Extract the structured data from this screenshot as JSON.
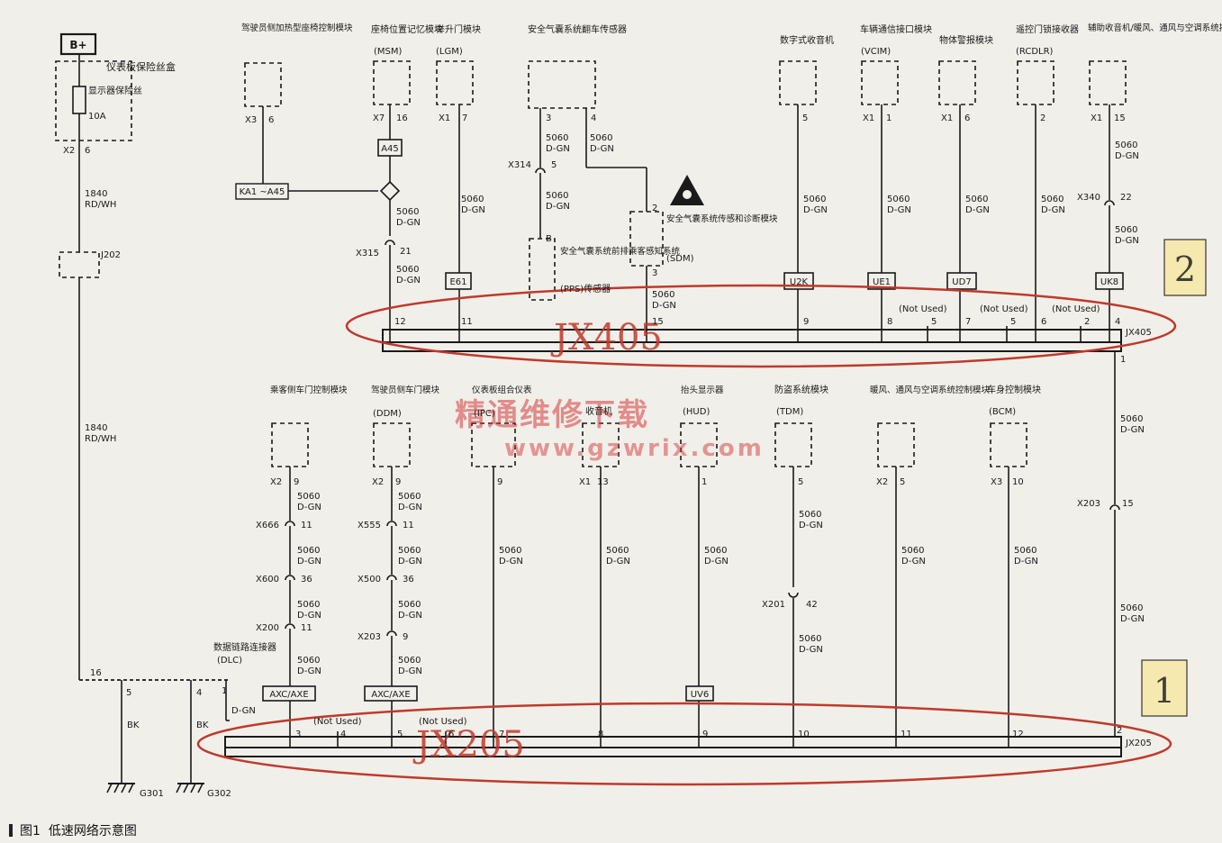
{
  "caption": {
    "prefix": "图1",
    "text": "低速网络示意图"
  },
  "power": {
    "battery": "B+",
    "fuse_box": "仪表板保险丝盒",
    "fuse_name": "显示器保险丝",
    "fuse_rating": "10A",
    "connector": "X2",
    "pin": "6",
    "wire1": "1840",
    "wire1_color": "RD/WH",
    "splice": "J202",
    "wire2": "1840",
    "wire2_color": "RD/WH",
    "pin16": "16"
  },
  "badges": {
    "upper": "2",
    "lower": "1"
  },
  "buses": {
    "upper": "JX405",
    "lower": "JX205",
    "upper_label": "JX405",
    "lower_label": "JX205"
  },
  "wire_code": "5060",
  "wire_color": "D-GN",
  "upper_modules": [
    {
      "name": "驾驶员侧加热型座椅控制模块",
      "conn": "X3",
      "pin": "6",
      "splice": "KA1 ~A45"
    },
    {
      "name": "座椅位置记忆模块",
      "abbr": "(MSM)",
      "conn": "X7",
      "pin": "16",
      "tag": "A45",
      "x_conn": "X315",
      "x_pin": "21",
      "bus_pin": "12"
    },
    {
      "name": "举升门模块",
      "abbr": "(LGM)",
      "conn": "X1",
      "pin": "7",
      "tag": "E61",
      "bus_pin": "11"
    },
    {
      "name": "安全气囊系统翻车传感器",
      "pin_a": "3",
      "pin_b": "4",
      "x_conn": "X314",
      "x_pin": "5"
    },
    {
      "name": "安全气囊系统前排乘客感知系统",
      "abbr": "(PPS)传感器",
      "pin": "B"
    },
    {
      "name": "安全气囊系统传感和诊断模块",
      "abbr": "(SDM)",
      "pin_top": "2",
      "pin_bot": "3",
      "bus_pin": "15"
    },
    {
      "name": "数字式收音机",
      "pin": "5",
      "tag": "U2K",
      "bus_pin": "9"
    },
    {
      "name": "车辆通信接口模块",
      "abbr": "(VCIM)",
      "conn": "X1",
      "pin": "1",
      "tag": "UE1",
      "bus_pin": "8"
    },
    {
      "name": "物体警报模块",
      "conn": "X1",
      "pin": "6",
      "tag": "UD7",
      "bus_pin": "7"
    },
    {
      "name": "遥控门锁接收器",
      "abbr": "(RCDLR)",
      "pin": "2",
      "bus_pin": "6"
    },
    {
      "name": "辅助收音机/暖风、通风与空调系统控制",
      "conn": "X1",
      "pin": "15",
      "x_conn": "X340",
      "x_pin": "22",
      "tag": "UK8",
      "bus_pin": "4"
    }
  ],
  "upper_unused": [
    {
      "label": "(Not Used)",
      "pin": "5"
    },
    {
      "label": "(Not Used)",
      "pin": "5"
    },
    {
      "label": "(Not Used)",
      "pin": "2"
    }
  ],
  "lower_modules": [
    {
      "name": "乘客侧车门控制模块",
      "conn": "X2",
      "pin": "9",
      "x1": "X666",
      "p1": "11",
      "x2": "X600",
      "p2": "36",
      "x3": "X200",
      "p3": "11",
      "tag": "AXC/AXE",
      "bus_pin": "3"
    },
    {
      "name": "驾驶员侧车门模块",
      "abbr": "(DDM)",
      "conn": "X2",
      "pin": "9",
      "x1": "X555",
      "p1": "11",
      "x2": "X500",
      "p2": "36",
      "x3": "X203",
      "p3": "9",
      "tag": "AXC/AXE",
      "bus_pin": "5"
    },
    {
      "name": "仪表板组合仪表",
      "abbr": "(IPC)",
      "pin": "9",
      "bus_pin": "7"
    },
    {
      "name": "收音机",
      "conn": "X1",
      "pin": "13",
      "bus_pin": "8"
    },
    {
      "name": "抬头显示器",
      "abbr": "(HUD)",
      "pin": "1",
      "tag": "UV6",
      "bus_pin": "9"
    },
    {
      "name": "防盗系统模块",
      "abbr": "(TDM)",
      "pin": "5",
      "x_conn": "X201",
      "x_pin": "42",
      "bus_pin": "10"
    },
    {
      "name": "暖风、通风与空调系统控制模块",
      "conn": "X2",
      "pin": "5",
      "bus_pin": "11"
    },
    {
      "name": "车身控制模块",
      "abbr": "(BCM)",
      "conn": "X3",
      "pin": "10",
      "bus_pin": "12"
    }
  ],
  "lower_unused": [
    {
      "label": "(Not Used)",
      "pin": "4"
    },
    {
      "label": "(Not Used)",
      "pin": "6"
    }
  ],
  "dlc": {
    "name": "数据链路连接器",
    "abbr": "(DLC)",
    "pin": "1",
    "bk_pin1": "5",
    "bk_pin2": "4",
    "bk": "BK",
    "bk2": "BK",
    "ground1": "G301",
    "ground2": "G302"
  },
  "riser": {
    "top_pin": "1",
    "x_conn": "X203",
    "x_pin": "15",
    "bot_pin": "2"
  },
  "watermark": {
    "cn": "精通维修下载",
    "url": "www.gzwrix.com"
  }
}
